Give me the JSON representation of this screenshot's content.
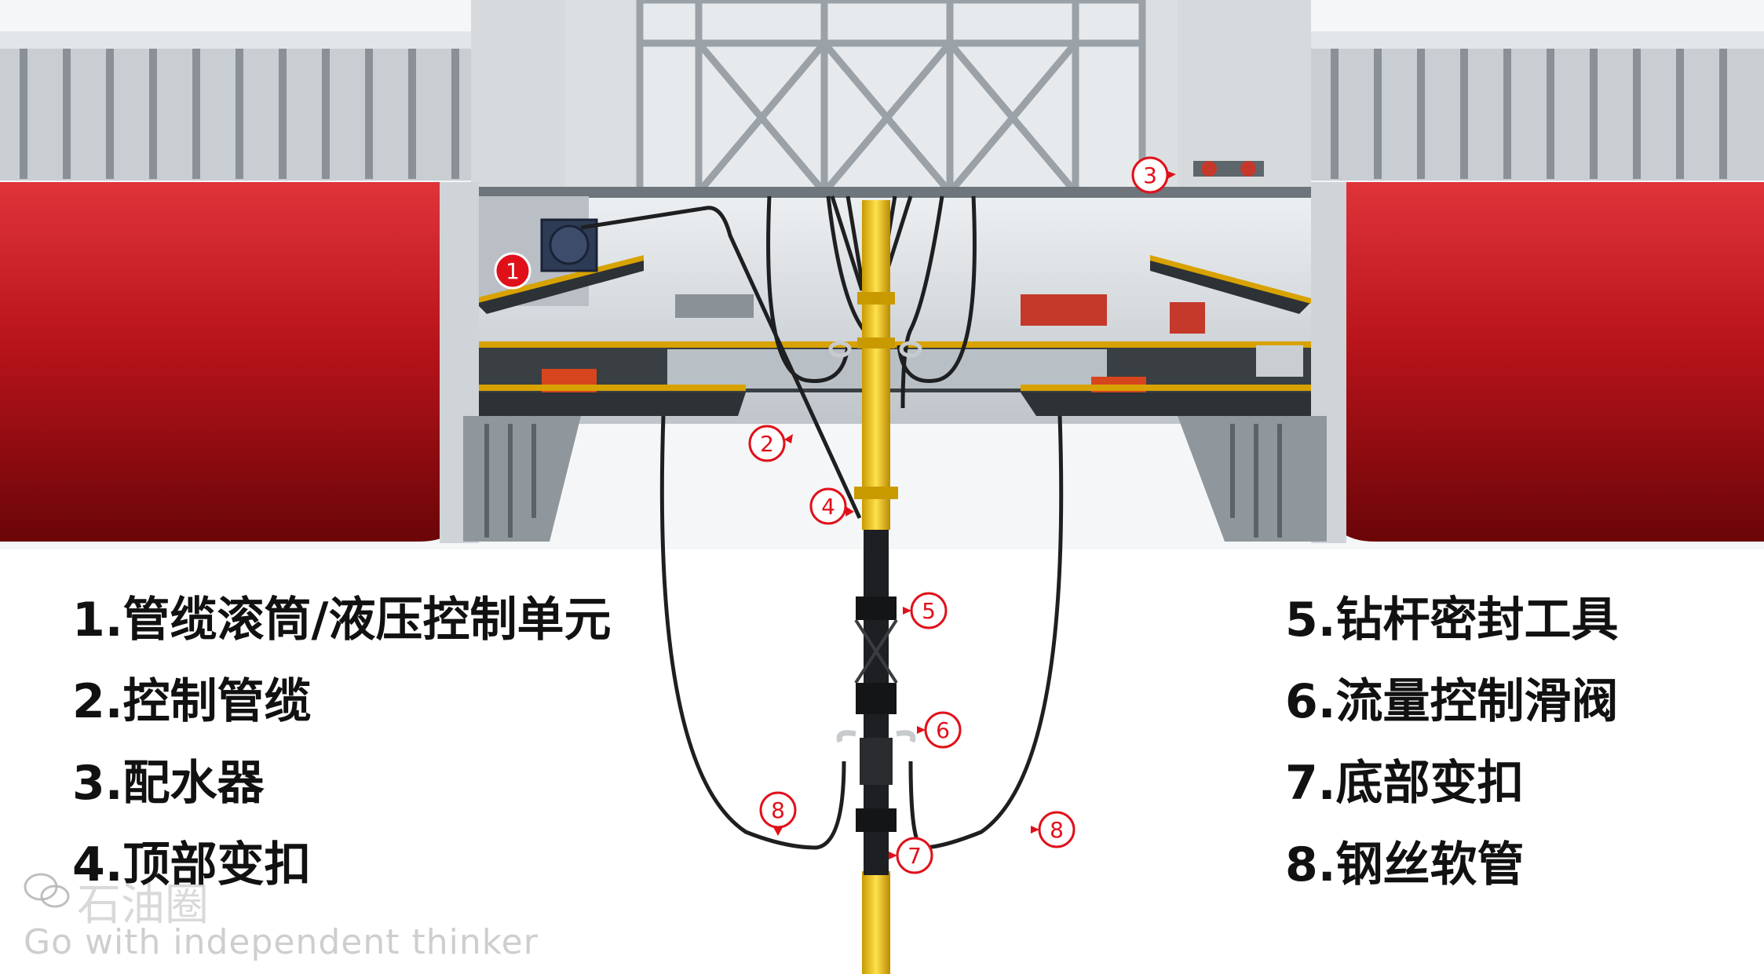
{
  "legend_left": [
    "1.管缆滚筒/液压控制单元",
    "2.控制管缆",
    "3.配水器",
    "4.顶部变扣"
  ],
  "legend_right": [
    "5.钻杆密封工具",
    "6.流量控制滑阀",
    "7.底部变扣",
    "8.钢丝软管"
  ],
  "callouts": [
    "1",
    "2",
    "3",
    "4",
    "5",
    "6",
    "7",
    "8",
    "8"
  ],
  "watermark": {
    "logo_icon": "wechat-logo-icon",
    "name": "石油圈",
    "tagline": "Go with independent thinker"
  },
  "colors": {
    "hull_red": "#b5141b",
    "pipe_yellow": "#f2c200",
    "callout_red": "#e0101a",
    "text": "#111111"
  }
}
